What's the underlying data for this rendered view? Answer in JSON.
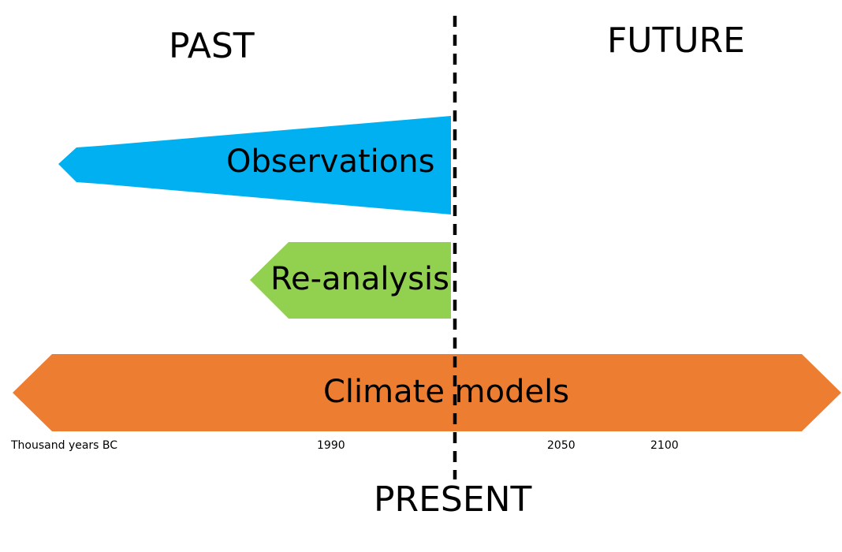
{
  "labels": {
    "past": "PAST",
    "future": "FUTURE",
    "present": "PRESENT"
  },
  "arrows": {
    "observations": "Observations",
    "reanalysis": "Re-analysis",
    "climate_models": "Climate models"
  },
  "timeline_ticks": [
    "Thousand years BC",
    "1990",
    "2050",
    "2100"
  ],
  "colors": {
    "observations": "#00B0F0",
    "reanalysis": "#92D050",
    "climate_models": "#ED7D31",
    "divider": "#000000"
  }
}
